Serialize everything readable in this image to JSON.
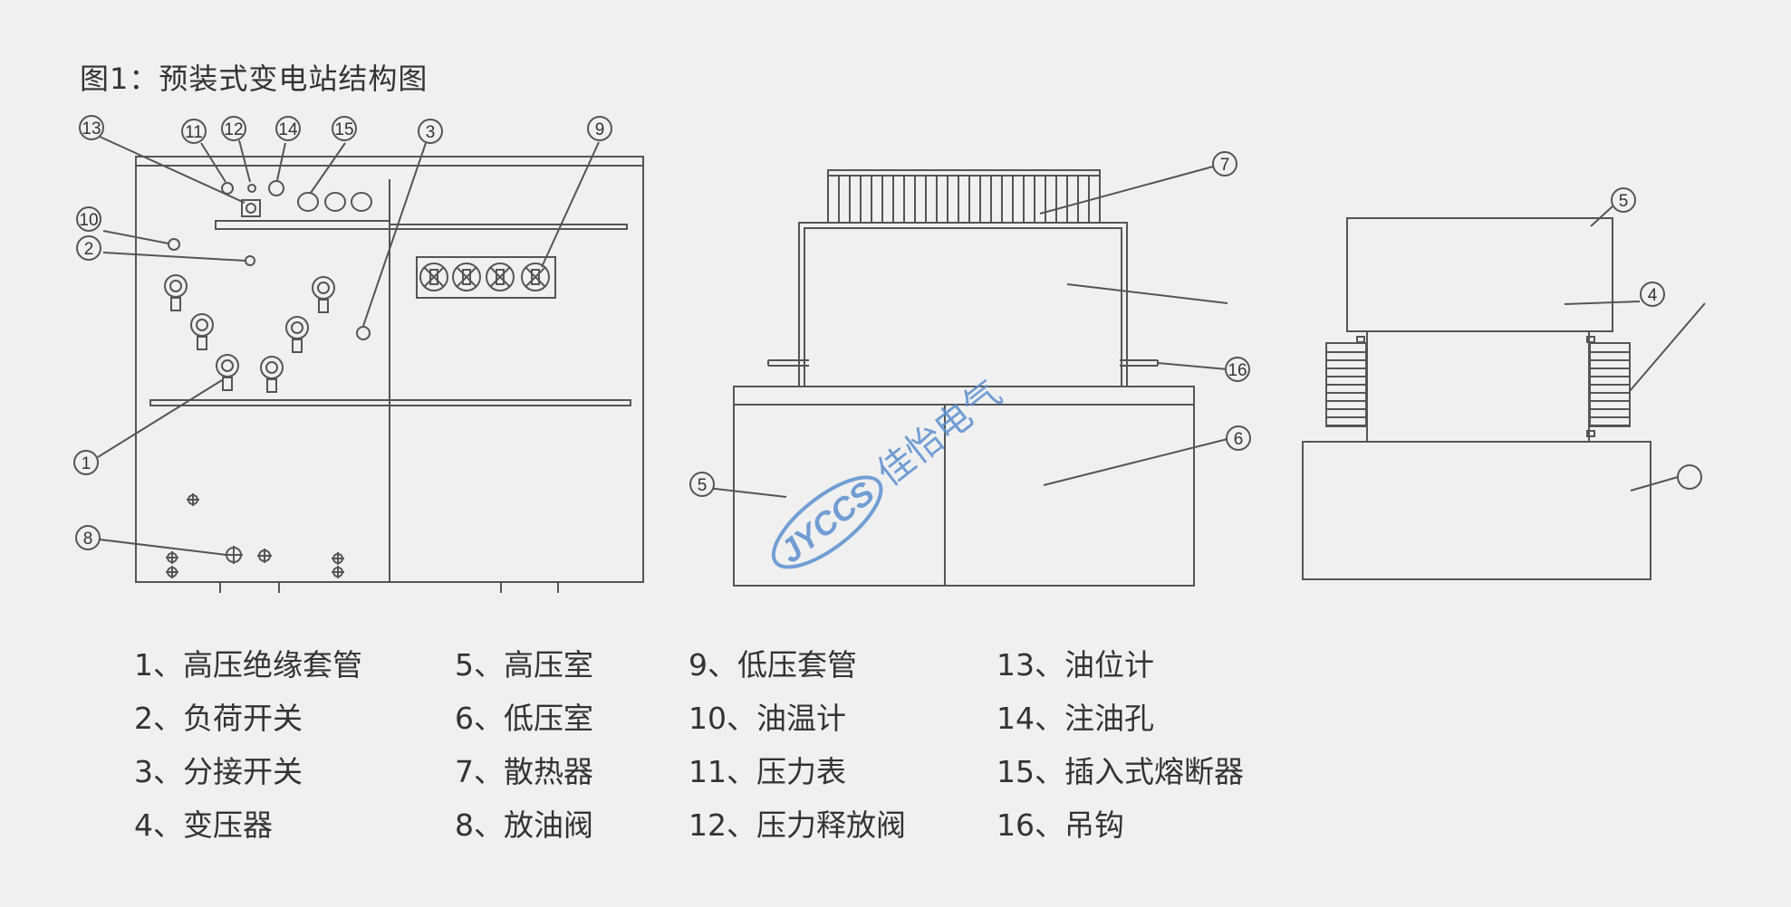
{
  "title": "图1：预装式变电站结构图",
  "callouts": [
    "1",
    "2",
    "3",
    "4",
    "5",
    "6",
    "7",
    "8",
    "9",
    "10",
    "11",
    "12",
    "13",
    "14",
    "15",
    "16"
  ],
  "legend": [
    "1、高压绝缘套管",
    "2、负荷开关",
    "3、分接开关",
    "4、变压器",
    "5、高压室",
    "6、低压室",
    "7、散热器",
    "8、放油阀",
    "9、低压套管",
    "10、油温计",
    "11、压力表",
    "12、压力释放阀",
    "13、油位计",
    "14、注油孔",
    "15、插入式熔断器",
    "16、吊钩"
  ],
  "watermark": {
    "logo_text": "JYCCS",
    "brand_text": "佳怡电气",
    "color": "#5b8fcf"
  },
  "colors": {
    "background": "#f0f0f0",
    "line": "#555555"
  }
}
